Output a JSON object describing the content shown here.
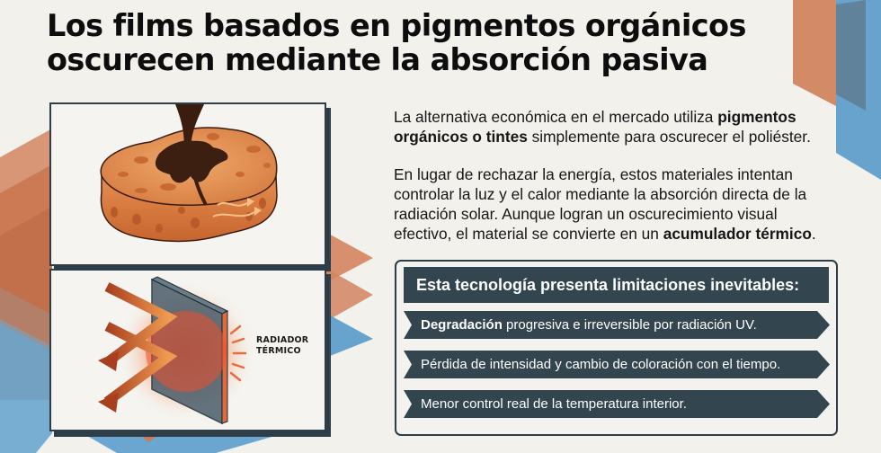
{
  "title": {
    "line1": "Los films basados en pigmentos orgánicos",
    "line2": "oscurecen mediante la absorción pasiva"
  },
  "illustrations": {
    "top": {
      "name": "sponge-absorbing-dye",
      "description": "Esponja absorbiendo tinte oscuro con flujo de calor"
    },
    "bottom": {
      "name": "thermal-radiator-panel",
      "label_line1": "RADIADOR",
      "label_line2": "TÉRMICO"
    }
  },
  "body": {
    "p1": {
      "pre": "La alternativa económica en el mercado utiliza ",
      "bold": "pigmentos orgánicos o tintes",
      "post": " simplemente para oscurecer el poliéster."
    },
    "p2": {
      "pre": "En lugar de rechazar la energía, estos materiales intentan controlar la luz y el calor mediante la absorción directa de la radiación solar. Aunque logran un oscurecimiento visual efectivo, el material se convierte en un ",
      "bold": "acumulador térmico",
      "post": "."
    }
  },
  "limitations": {
    "header": "Esta tecnología presenta limitaciones inevitables:",
    "items": [
      {
        "bold": "Degradación",
        "text": " progresiva e irreversible por radiación UV."
      },
      {
        "bold": "",
        "text": "Pérdida de intensidad y cambio de coloración con el tiempo."
      },
      {
        "bold": "",
        "text": "Menor control real de la temperatura interior."
      }
    ]
  },
  "colors": {
    "background": "#f2f1ec",
    "dark_slate": "#33454f",
    "orange_accent": "#d0805a",
    "blue_accent": "#5f9ecb"
  }
}
